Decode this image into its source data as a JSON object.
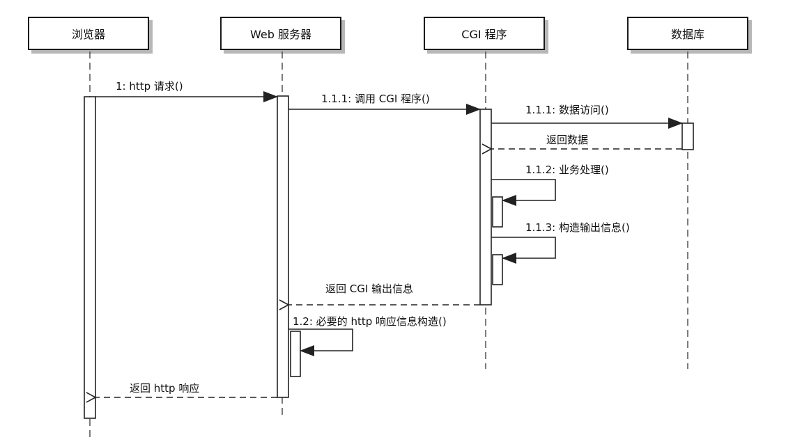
{
  "lifelines": {
    "browser": "浏览器",
    "web_server": "Web 服务器",
    "cgi": "CGI 程序",
    "database": "数据库"
  },
  "messages": {
    "m1": "1: http 请求()",
    "m111_call": "1.1.1: 调用 CGI 程序()",
    "m111_access": "1.1.1: 数据访问()",
    "r_data": "返回数据",
    "m112": "1.1.2: 业务处理()",
    "m113": "1.1.3: 构造输出信息()",
    "r_cgi": "返回 CGI 输出信息",
    "m12": "1.2: 必要的 http 响应信息构造()",
    "r_http": "返回 http 响应"
  }
}
